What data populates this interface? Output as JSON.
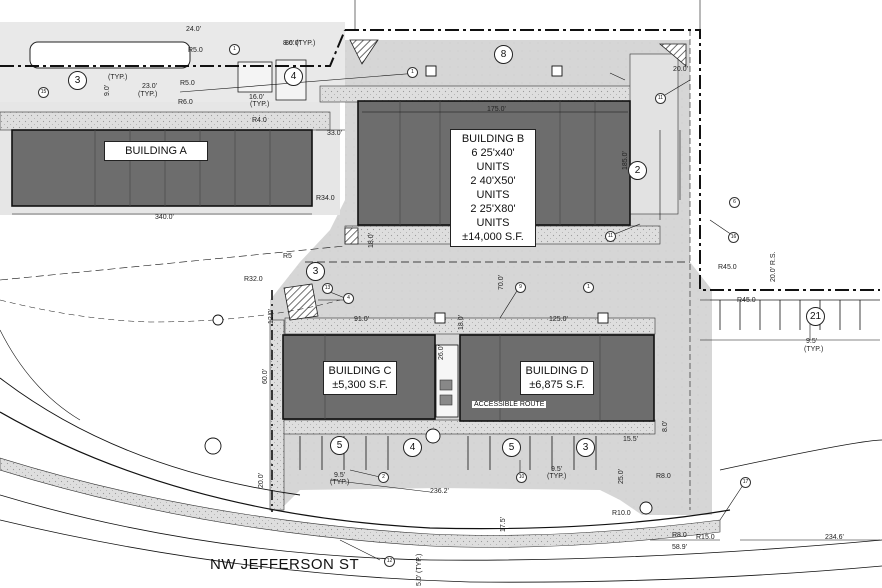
{
  "site": {
    "street_name": "NW JEFFERSON ST",
    "accessible_route": "ACCESSIBLE ROUTE"
  },
  "buildings": {
    "a": {
      "name": "BUILDING A"
    },
    "b": {
      "name": "BUILDING B",
      "line1": "6 25'x40' UNITS",
      "line2": "2 40'X50' UNITS",
      "line3": "2 25'X80' UNITS",
      "area": "±14,000 S.F."
    },
    "c": {
      "name": "BUILDING C",
      "area": "±5,300 S.F."
    },
    "d": {
      "name": "BUILDING D",
      "area": "±6,875 S.F."
    }
  },
  "dimensions": {
    "d24": "24.0'",
    "dR5a": "R5.0",
    "d86": "86.0'",
    "dR5b": "R5.0",
    "dR6": "R6.0",
    "d23": "23.0'",
    "dtyp1": "(TYP.)",
    "d9a": "9.0'",
    "dtyp2": "(TYP.)",
    "d8typ": "8.0' (TYP.)",
    "d16": "16.0'",
    "dtyp3": "(TYP.)",
    "dR4": "R4.0",
    "d33": "33.0'",
    "d175": "175.0'",
    "d20a": "20.0'",
    "d340": "340.0'",
    "dR34": "R34.0",
    "d185": "185.0'",
    "dR5c": "R5",
    "dR32": "R32.0",
    "d18a": "18.0'",
    "d70": "70.0'",
    "dR45a": "R45.0",
    "dR45b": "R45.0",
    "d91": "91.0'",
    "d125": "125.0'",
    "d26": "26.0'",
    "d18b": "18.0'",
    "d60": "60.0'",
    "d12": "12.0'",
    "d95a": "9.5'",
    "dtyp4": "(TYP.)",
    "d95b": "9.5'",
    "dtyp5": "(TYP.)",
    "d95c": "9.5'",
    "dtyp6": "(TYP.)",
    "d236": "236.2'",
    "d250": "25.0'",
    "d175b": "17.5'",
    "dR8a": "R8.0",
    "dR10": "R10.0",
    "dR8b": "R8.0",
    "dR15": "R15.0",
    "d589": "58.9'",
    "d2346": "234.6'",
    "d50": "5.0' (TYP.)",
    "d20b": "20.0'",
    "d200r": "20.0' R.S.",
    "d155": "15.5'",
    "d8b": "8.0'"
  },
  "keynotes": {
    "k3a": "3",
    "k8": "8",
    "k4a": "4",
    "k2": "2",
    "k3b": "3",
    "k5a": "5",
    "k4b": "4",
    "k5b": "5",
    "k3c": "3",
    "k21": "21",
    "s1a": "1",
    "s15": "15",
    "s1b": "1",
    "s13": "13",
    "s6": "6",
    "s11a": "11",
    "s4": "4",
    "s1c": "1",
    "s9": "9",
    "s11b": "11",
    "s12": "12",
    "s17": "17",
    "s10": "10",
    "s2": "2",
    "s16": "16"
  },
  "colors": {
    "building_fill": "#6d6d6d",
    "pavement_fill": "#dcdcdc",
    "sidewalk_fill": "#e8e8e8",
    "line": "#1a1a1a"
  }
}
